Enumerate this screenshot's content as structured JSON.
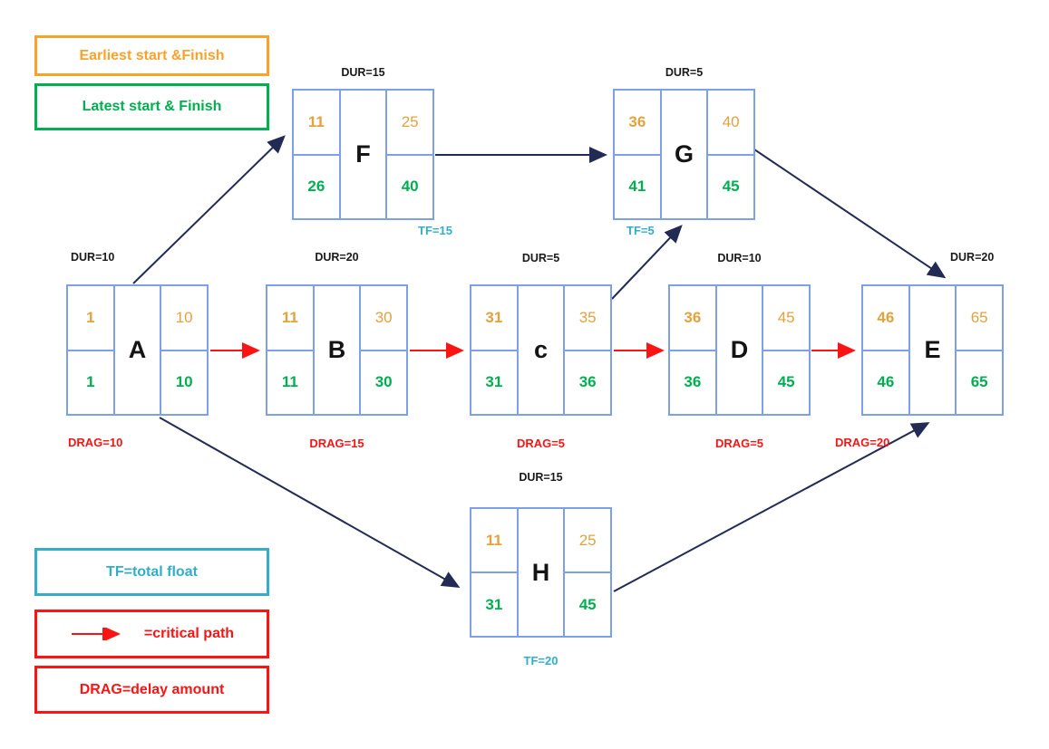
{
  "colors": {
    "orange": "#E3A23C",
    "orange-legend": "#F9A22B",
    "green": "#00B050",
    "cyan": "#32AEC8",
    "red": "#FA1414",
    "navy": "#222B54",
    "blue": "#7DA1E8"
  },
  "legend": {
    "earliest": "Earliest start &Finish",
    "latest": "Latest start & Finish",
    "total_float": "TF=total float",
    "critical_path": "=critical path",
    "drag": "DRAG=delay amount"
  },
  "nodes": {
    "A": {
      "letter": "A",
      "es": "1",
      "ef": "10",
      "ls": "1",
      "lf": "10",
      "dur": "DUR=10",
      "drag": "DRAG=10"
    },
    "B": {
      "letter": "B",
      "es": "11",
      "ef": "30",
      "ls": "11",
      "lf": "30",
      "dur": "DUR=20",
      "drag": "DRAG=15"
    },
    "C": {
      "letter": "c",
      "es": "31",
      "ef": "35",
      "ls": "31",
      "lf": "36",
      "dur": "DUR=5",
      "drag": "DRAG=5"
    },
    "D": {
      "letter": "D",
      "es": "36",
      "ef": "45",
      "ls": "36",
      "lf": "45",
      "dur": "DUR=10",
      "drag": "DRAG=5"
    },
    "E": {
      "letter": "E",
      "es": "46",
      "ef": "65",
      "ls": "46",
      "lf": "65",
      "dur": "DUR=20",
      "drag": "DRAG=20"
    },
    "F": {
      "letter": "F",
      "es": "11",
      "ef": "25",
      "ls": "26",
      "lf": "40",
      "dur": "DUR=15",
      "tf": "TF=15"
    },
    "G": {
      "letter": "G",
      "es": "36",
      "ef": "40",
      "ls": "41",
      "lf": "45",
      "dur": "DUR=5",
      "tf": "TF=5"
    },
    "H": {
      "letter": "H",
      "es": "11",
      "ef": "25",
      "ls": "31",
      "lf": "45",
      "dur": "DUR=15",
      "tf": "TF=20"
    }
  },
  "edges": [
    {
      "from": "A",
      "to": "F",
      "type": "normal"
    },
    {
      "from": "A",
      "to": "B",
      "type": "critical"
    },
    {
      "from": "A",
      "to": "H",
      "type": "normal"
    },
    {
      "from": "F",
      "to": "G",
      "type": "normal"
    },
    {
      "from": "B",
      "to": "C",
      "type": "critical"
    },
    {
      "from": "C",
      "to": "G",
      "type": "normal"
    },
    {
      "from": "C",
      "to": "D",
      "type": "critical"
    },
    {
      "from": "G",
      "to": "E",
      "type": "normal"
    },
    {
      "from": "D",
      "to": "E",
      "type": "critical"
    },
    {
      "from": "H",
      "to": "E",
      "type": "normal"
    }
  ]
}
